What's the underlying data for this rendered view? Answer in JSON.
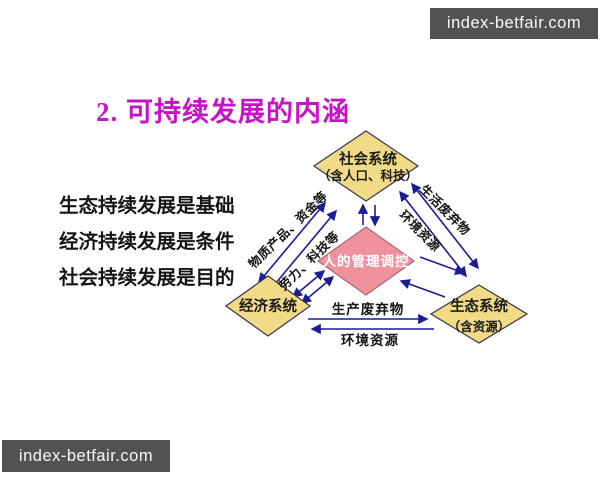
{
  "watermarks": {
    "top_right": "index-betfair.com",
    "bottom_left": "index-betfair.com"
  },
  "slide": {
    "title": "2. 可持续发展的内涵",
    "notes": [
      "生态持续发展是基础",
      "经济持续发展是条件",
      "社会持续发展是目的"
    ]
  },
  "diagram": {
    "nodes": {
      "social": {
        "title": "社会系统",
        "subtitle": "（含人口、科技）"
      },
      "management": {
        "title": "人的管理调控"
      },
      "economy": {
        "title": "经济系统"
      },
      "ecology": {
        "title": "生态系统",
        "subtitle": "（含资源）"
      }
    },
    "flows": {
      "economy_to_social": "物质产品、资金等",
      "social_to_economy": "劳力、科技等",
      "social_to_ecology": "生活废弃物",
      "ecology_to_social": "环境资源",
      "economy_to_ecology": "生产废弃物",
      "ecology_to_economy": "环境资源"
    },
    "colors": {
      "node_fill": "#f2db87",
      "node_border": "#3c3c50",
      "center_fill": "#f0929e",
      "arrow": "#1c1c96",
      "title": "#c713c7",
      "watermark_bar": "#525252"
    }
  }
}
